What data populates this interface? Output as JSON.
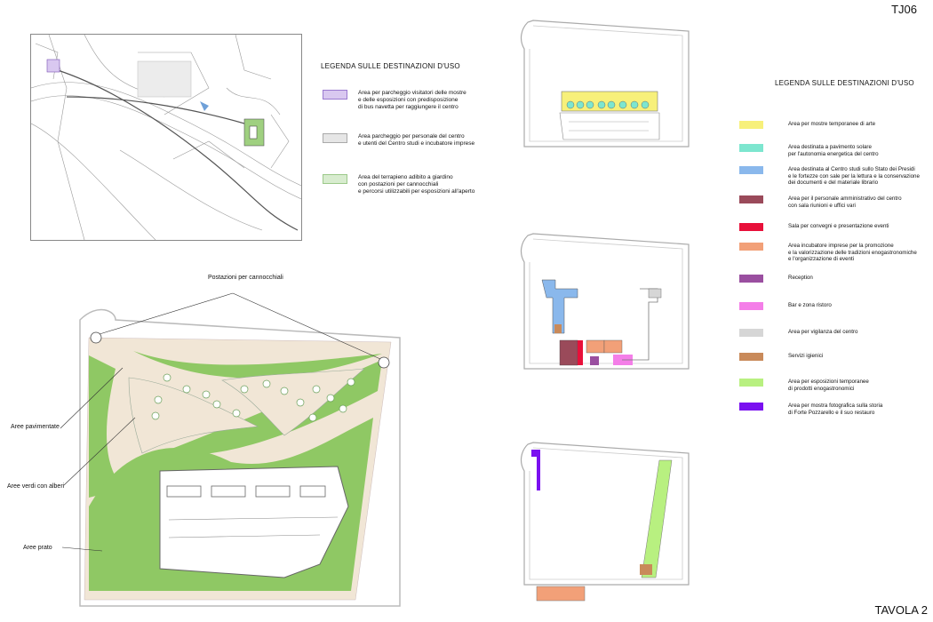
{
  "sheet": {
    "code": "TJ06",
    "tavola": "TAVOLA 2"
  },
  "site_legend": {
    "title": "LEGENDA SULLE DESTINAZIONI D'USO",
    "items": [
      {
        "color": "#d9c8f0",
        "text": "Area per parcheggio visitatori delle mostre\ne delle esposizioni con predisposizione\ndi bus navetta per raggiungere il centro"
      },
      {
        "color": "#e6e6e6",
        "text": "Area parcheggio per personale del centro\ne utenti del Centro studi e incubatore imprese"
      },
      {
        "color": "#d8eccf",
        "text": "Area del terrapieno adibito a giardino\ncon postazioni per cannocchiali\ne percorsi utilizzabili per esposizioni all'aperto"
      }
    ]
  },
  "use_legend": {
    "title": "LEGENDA SULLE DESTINAZIONI D'USO",
    "items": [
      {
        "color": "#f7f07a",
        "text": "Area per mostre temporanee di arte"
      },
      {
        "color": "#7de6cf",
        "text": " Area destinata a pavimento solare\nper l'autonomia energetica del centro"
      },
      {
        "color": "#8ab8ec",
        "text": "Area destinata al Centro studi sullo Stato dei Presidi\ne le fortezze con sale per la lettura e la conservazione\ndei documenti e del materiale librario"
      },
      {
        "color": "#9a4a5a",
        "text": "Area per il personale amministrativo del centro\ncon sala riunioni e uffici vari"
      },
      {
        "color": "#e8103a",
        "text": "Sala per convegni e presentazione eventi"
      },
      {
        "color": "#f2a078",
        "text": "Area incubatore imprese per la promozione\ne la valorizzazione delle tradizioni enogastronomiche\ne l'organizzazione di eventi"
      },
      {
        "color": "#9a4fa0",
        "text": "Reception"
      },
      {
        "color": "#f47ee8",
        "text": "Bar e zona ristoro"
      },
      {
        "color": "#d6d6d6",
        "text": "Area per vigilanza del centro"
      },
      {
        "color": "#c98a5a",
        "text": "Servizi igienici"
      },
      {
        "color": "#b8f080",
        "text": "Area per esposizioni temporanee\ndi prodotti enogastronomici"
      },
      {
        "color": "#7a10f0",
        "text": "Area per mostra fotografica sulla storia\ndi Forte Pozzarello e il suo restauro"
      }
    ]
  },
  "plan_labels": {
    "telescopes": "Postazioni per cannocchiali",
    "paved": "Aree pavimentate",
    "trees": "Aree verdi con alberi",
    "lawn": "Aree prato"
  },
  "colors": {
    "lawn": "#8fc864",
    "paved": "#f1e6d6",
    "tree": "#7ab86a"
  }
}
